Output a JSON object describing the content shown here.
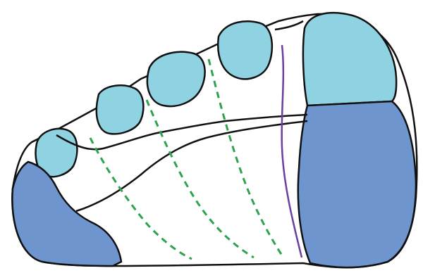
{
  "colors": {
    "background": "#ffffff",
    "outline": "#111111",
    "toe_pads": "#8fd3e3",
    "heel_and_midfoot_pads": "#6f95cf",
    "dashed_lines": "#2fa24f",
    "solid_line": "#6a3fa0"
  },
  "regions": {
    "toes": [
      "toe-1",
      "toe-2",
      "toe-3",
      "toe-4",
      "toe-5"
    ],
    "pads": [
      "forefoot-lateral-pad",
      "heel-pad",
      "forefoot-medial-pad"
    ],
    "lines": [
      "dashed-line-1",
      "dashed-line-2",
      "dashed-line-3",
      "solid-line"
    ]
  }
}
